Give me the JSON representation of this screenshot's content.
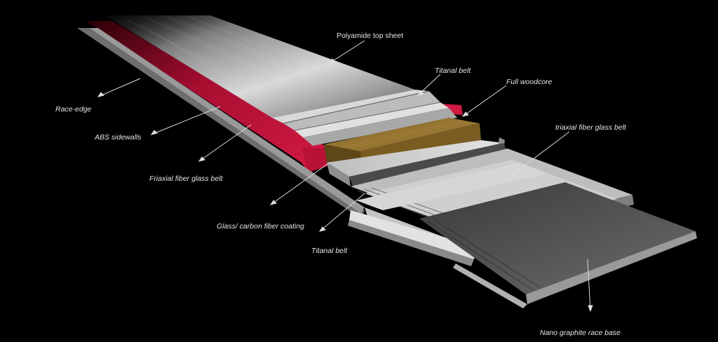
{
  "labels": {
    "polyamide_top_sheet": "Polyamide top sheet",
    "titanal_belt_top": "Titanal belt",
    "full_woodcore": "Full woodcore",
    "triaxial_belt_right": "triaxial fiber glass belt",
    "race_edge": "Race-edge",
    "abs_sidewalls": "ABS sidewalls",
    "triaxial_belt_left": "Friaxial fiber glass belt",
    "glass_carbon_coating": "Glass/ carbon fiber coating",
    "titanal_belt_bottom": "Titanal belt",
    "nano_graphite_base": "Nano graphite race base"
  },
  "colors": {
    "background": "#000000",
    "sidewall": "#c8123c",
    "woodcore": "#8a6a2c",
    "label_text": "#e6e6e6"
  }
}
